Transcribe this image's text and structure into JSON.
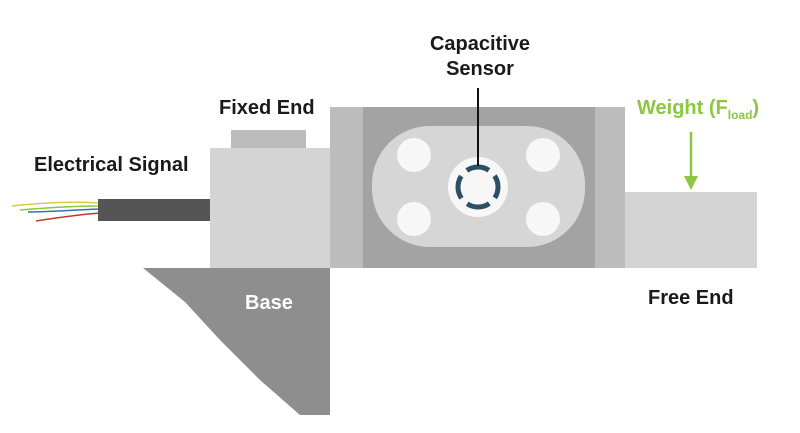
{
  "labels": {
    "electrical_signal": "Electrical Signal",
    "fixed_end": "Fixed End",
    "capacitive_sensor_line1": "Capacitive",
    "capacitive_sensor_line2": "Sensor",
    "weight_prefix": "Weight (F",
    "weight_subscript": "load",
    "weight_suffix": ")",
    "free_end": "Free End",
    "base": "Base"
  },
  "colors": {
    "weight_accent": "#8dc63f",
    "body_light": "#d4d4d4",
    "body_mid": "#bcbcbc",
    "body_dark": "#8e8e8e",
    "cable": "#555555",
    "sensor_segment": "#2b4f63"
  }
}
